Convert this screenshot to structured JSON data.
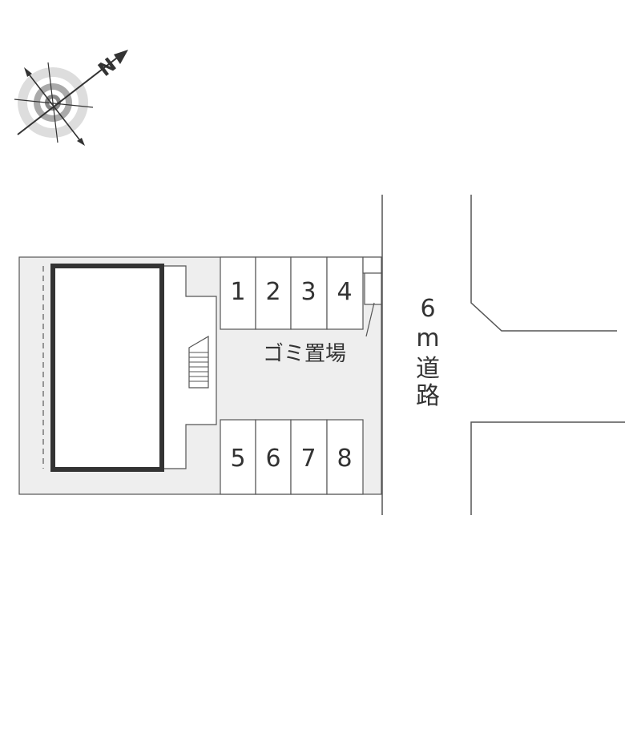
{
  "compass": {
    "north_label": "N",
    "icon": "compass-rose-icon"
  },
  "parking": {
    "top_row": [
      "1",
      "2",
      "3",
      "4"
    ],
    "bottom_row": [
      "5",
      "6",
      "7",
      "8"
    ]
  },
  "garbage_area": {
    "label": "ゴミ置場"
  },
  "road": {
    "width_label": "6",
    "unit_label": "m",
    "road_char_1": "道",
    "road_char_2": "路"
  },
  "colors": {
    "lot_fill": "#eeeeee",
    "line": "#555555",
    "building_outline": "#333333",
    "text": "#333333"
  }
}
